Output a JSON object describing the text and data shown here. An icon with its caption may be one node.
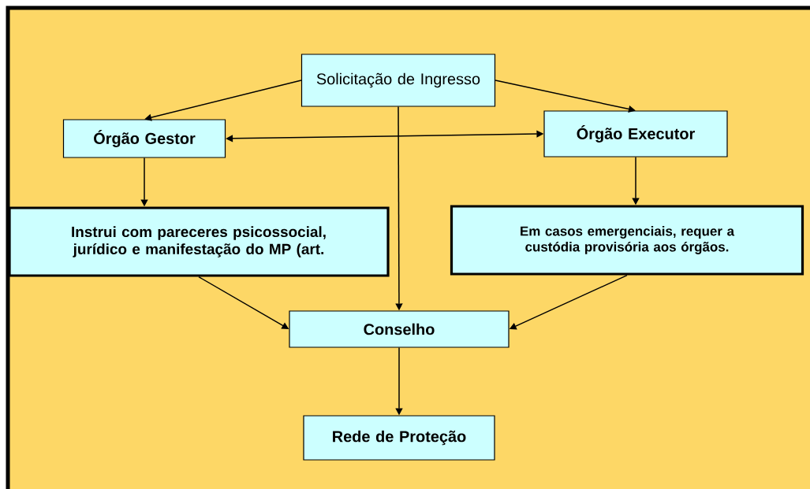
{
  "diagram": {
    "nodes": [
      {
        "text": [
          "Solicitação de Ingresso"
        ]
      },
      {
        "text": [
          "Órgão Gestor"
        ]
      },
      {
        "text": [
          "Órgão Executor"
        ]
      },
      {
        "text": [
          "Instrui com pareceres psicossocial, jurídico e manifestação do MP (art."
        ]
      },
      {
        "text": [
          "Em casos emergenciais, requer a custódia provisória aos órgãos."
        ]
      },
      {
        "text": [
          "Conselho"
        ]
      },
      {
        "text": [
          "Rede de Proteção"
        ]
      }
    ],
    "edges": [
      {
        "from": 0,
        "to": 1,
        "arrow": "to"
      },
      {
        "from": 0,
        "to": 2,
        "arrow": "to"
      },
      {
        "from": 1,
        "to": 2,
        "arrow": "both"
      },
      {
        "from": 0,
        "to": 5,
        "arrow": "to"
      },
      {
        "from": 1,
        "to": 3,
        "arrow": "to"
      },
      {
        "from": 2,
        "to": 4,
        "arrow": "to"
      },
      {
        "from": 3,
        "to": 5,
        "arrow": "to"
      },
      {
        "from": 4,
        "to": 5,
        "arrow": "to"
      },
      {
        "from": 5,
        "to": 6,
        "arrow": "to"
      }
    ]
  }
}
